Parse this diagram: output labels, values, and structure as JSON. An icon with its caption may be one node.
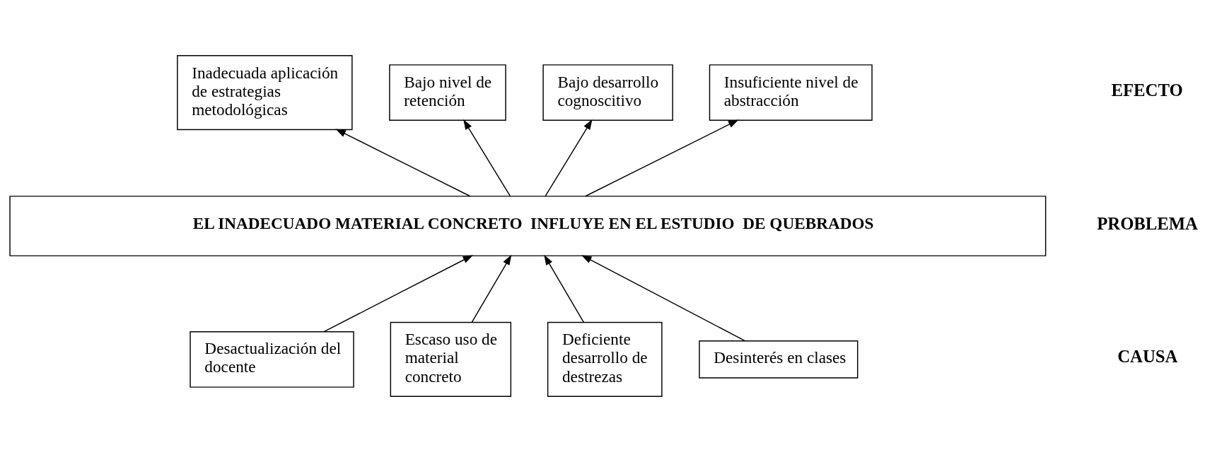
{
  "diagram": {
    "nodes": [
      {
        "text": [
          "Inadecuada aplicación de estrategias metodológicas"
        ]
      },
      {
        "text": [
          "Bajo nivel de retención"
        ]
      },
      {
        "text": [
          "Bajo desarrollo cognoscitivo"
        ]
      },
      {
        "text": [
          "Insuficiente nivel de abstracción"
        ]
      },
      {
        "text": [
          "EL INADECUADO MATERIAL CONCRETO  INFLUYE EN EL ESTUDIO  DE QUEBRADOS"
        ]
      },
      {
        "text": [
          "Desactualización del docente"
        ]
      },
      {
        "text": [
          "Escaso uso de material concreto"
        ]
      },
      {
        "text": [
          "Deficiente desarrollo de destrezas"
        ]
      },
      {
        "text": [
          "Desinterés en clases"
        ]
      }
    ],
    "edges": [
      {
        "from": 4,
        "to": 0,
        "arrow": "to"
      },
      {
        "from": 4,
        "to": 1,
        "arrow": "to"
      },
      {
        "from": 4,
        "to": 2,
        "arrow": "to"
      },
      {
        "from": 4,
        "to": 3,
        "arrow": "to"
      },
      {
        "from": 5,
        "to": 4,
        "arrow": "to"
      },
      {
        "from": 6,
        "to": 4,
        "arrow": "to"
      },
      {
        "from": 7,
        "to": 4,
        "arrow": "to"
      },
      {
        "from": 8,
        "to": 4,
        "arrow": "to"
      }
    ],
    "labels": [
      "EFECTO",
      "PROBLEMA",
      "CAUSA"
    ]
  }
}
